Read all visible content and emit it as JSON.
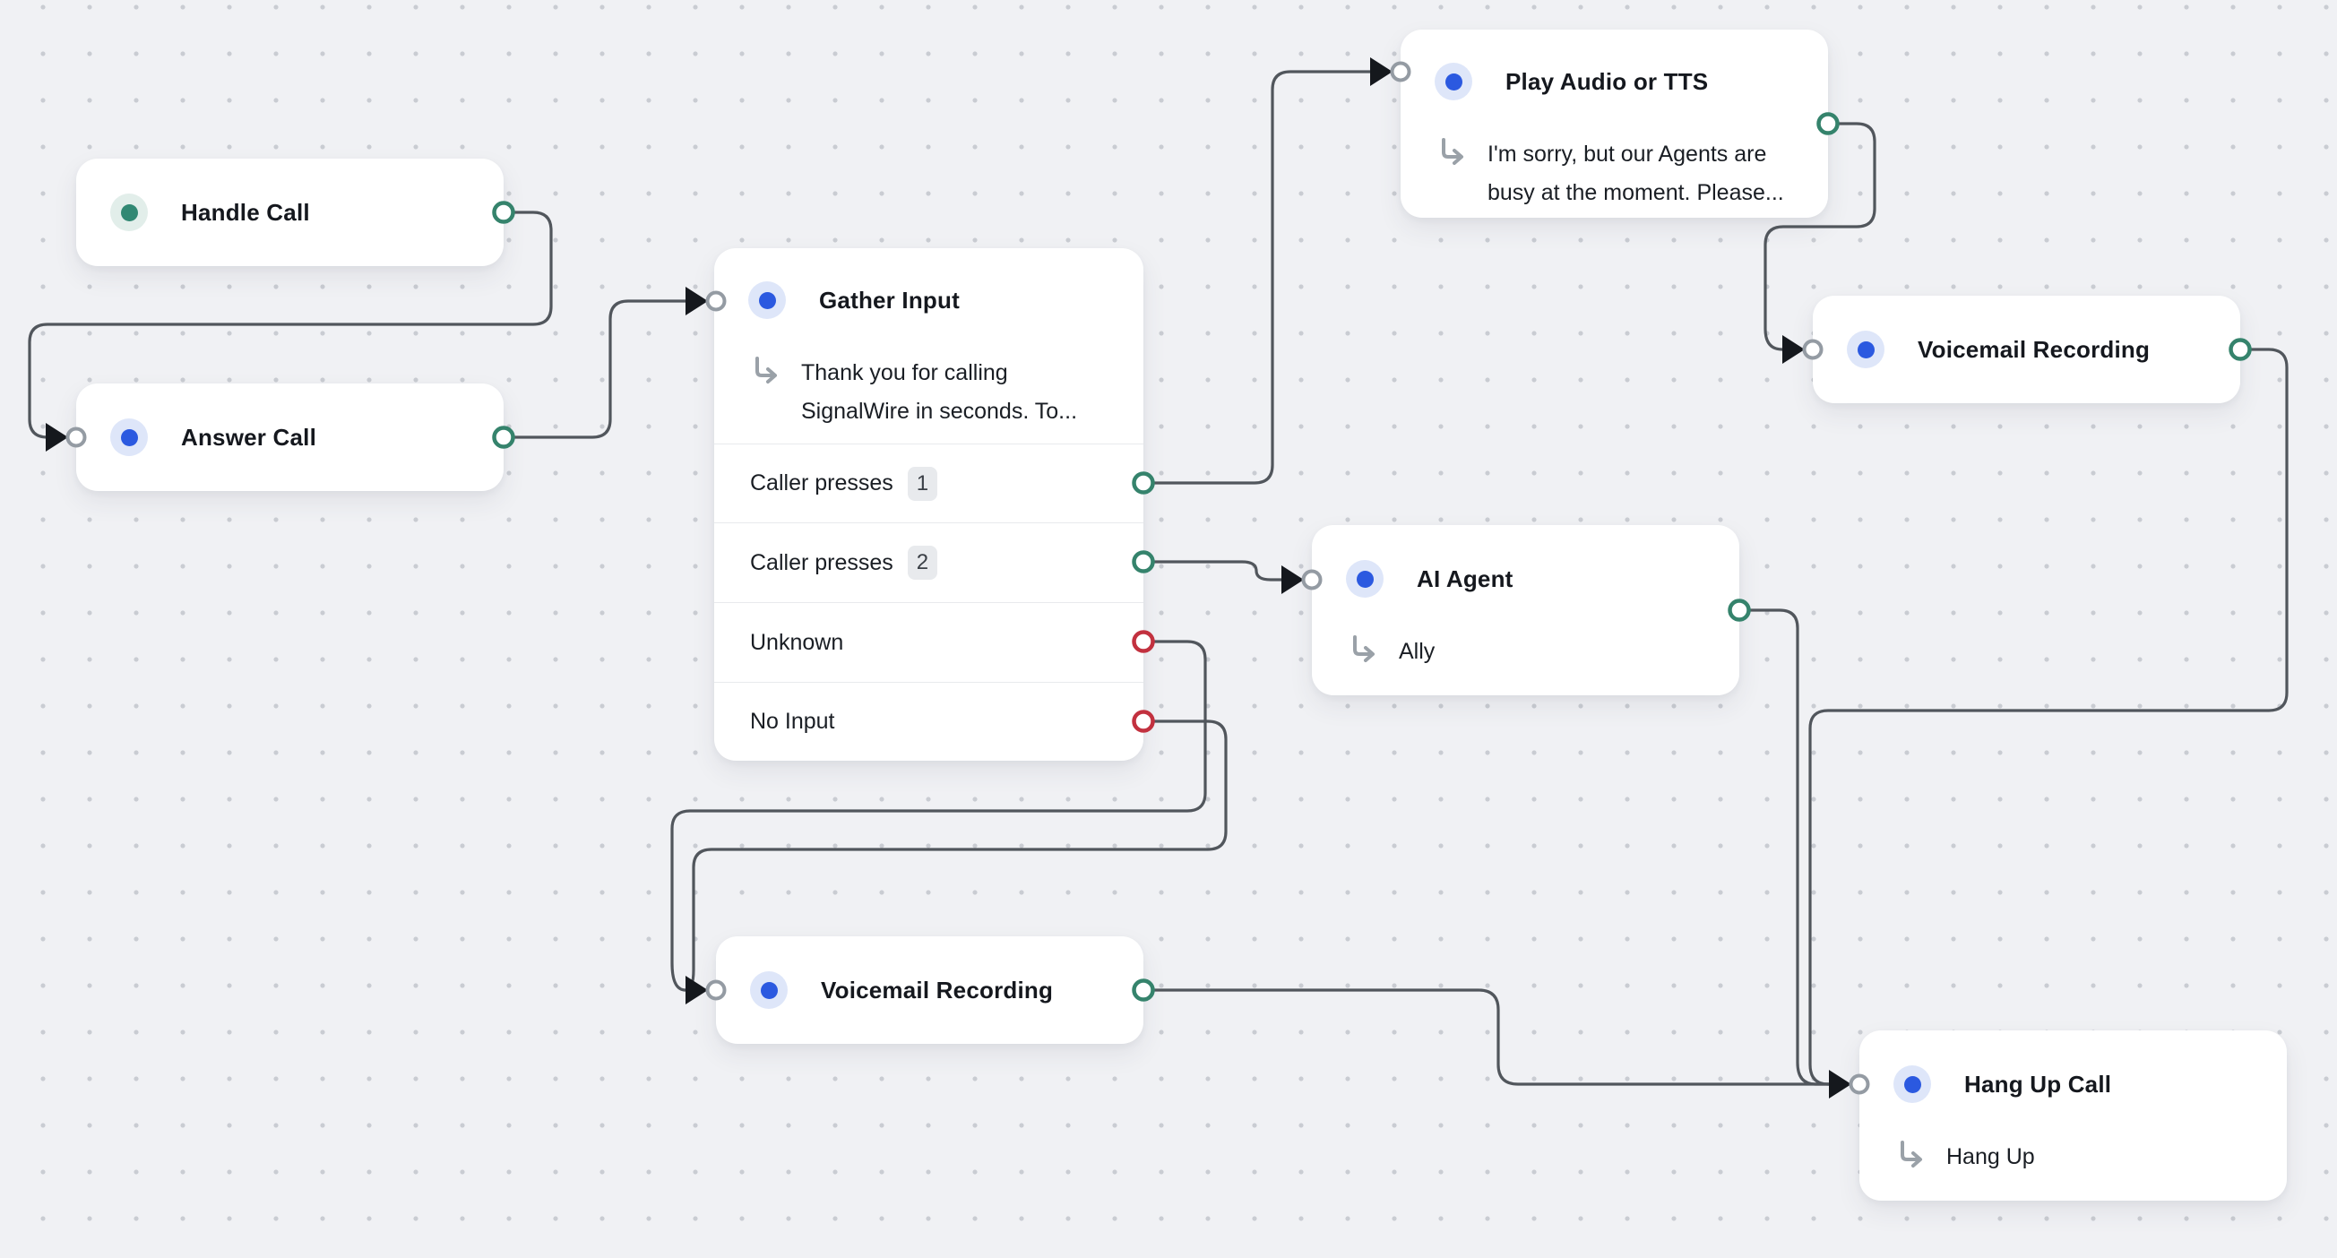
{
  "app": "call-flow-canvas",
  "colors": {
    "canvas_bg": "#f0f1f4",
    "dot_grid": "#c9ccd2",
    "edge": "#51565c",
    "port_connected_green": "#35836C",
    "port_fail_red": "#C2313F",
    "input_ring_gray": "#949BA3",
    "node_icon_blue": "#2b59e0",
    "node_icon_teal": "#318873"
  },
  "nodes": {
    "handle_call": {
      "title": "Handle Call",
      "icon": "teal-dot-icon"
    },
    "answer_call": {
      "title": "Answer Call",
      "icon": "blue-dot-icon"
    },
    "gather_input": {
      "title": "Gather Input",
      "icon": "blue-dot-icon",
      "subtitle": "Thank you for calling SignalWire in seconds. To...",
      "rows": [
        {
          "label": "Caller presses",
          "badge": "1"
        },
        {
          "label": "Caller presses",
          "badge": "2"
        },
        {
          "label": "Unknown"
        },
        {
          "label": "No Input"
        }
      ]
    },
    "play_audio": {
      "title": "Play Audio or TTS",
      "icon": "blue-dot-icon",
      "subtitle": "I'm sorry, but our Agents are busy at the moment. Please..."
    },
    "ai_agent": {
      "title": "AI Agent",
      "icon": "blue-dot-icon",
      "subtitle": "Ally"
    },
    "voicemail_right": {
      "title": "Voicemail Recording",
      "icon": "blue-dot-icon"
    },
    "voicemail_bottom": {
      "title": "Voicemail Recording",
      "icon": "blue-dot-icon"
    },
    "hang_up": {
      "title": "Hang Up Call",
      "icon": "blue-dot-icon",
      "subtitle": "Hang Up"
    }
  }
}
